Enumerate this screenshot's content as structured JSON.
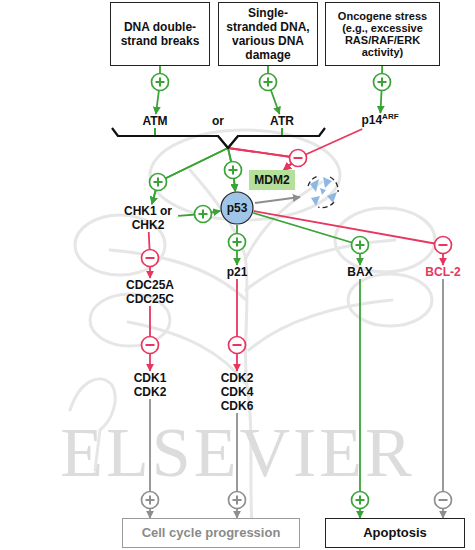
{
  "diagram": {
    "nodes": [
      {
        "text": [
          "DNA double-strand breaks"
        ]
      },
      {
        "text": [
          "Single-stranded DNA, various DNA damage"
        ]
      },
      {
        "text": [
          "Oncogene stress",
          "(e.g., excessive RAS/RAF/ERK activity)"
        ]
      },
      {
        "text": [
          "ATM"
        ]
      },
      {
        "text": [
          "ATR"
        ]
      },
      {
        "text": [
          "p14",
          "ARF"
        ]
      },
      {
        "text": [
          "CHK1 or CHK2"
        ]
      },
      {
        "text": [
          "p53"
        ]
      },
      {
        "text": [
          "MDM2"
        ]
      },
      {
        "text": [
          "CDC25A CDC25C"
        ]
      },
      {
        "text": [
          "p21"
        ]
      },
      {
        "text": [
          "BAX"
        ]
      },
      {
        "text": [
          "BCL-2"
        ]
      },
      {
        "text": [
          "CDK1 CDK2"
        ]
      },
      {
        "text": [
          "CDK2 CDK4 CDK6"
        ]
      },
      {
        "text": [
          "Cell cycle progression"
        ]
      },
      {
        "text": [
          "Apoptosis"
        ]
      }
    ],
    "edges": [
      {
        "from": 0,
        "to": 3,
        "arrow": "to"
      },
      {
        "from": 1,
        "to": 4,
        "arrow": "to"
      },
      {
        "from": 2,
        "to": 5,
        "arrow": "to"
      },
      {
        "from": 3,
        "to": 6,
        "arrow": "to"
      },
      {
        "from": 4,
        "to": 6,
        "arrow": "to"
      },
      {
        "from": 3,
        "to": 7,
        "arrow": "to"
      },
      {
        "from": 4,
        "to": 7,
        "arrow": "to"
      },
      {
        "from": 3,
        "to": 8,
        "arrow": "to"
      },
      {
        "from": 4,
        "to": 8,
        "arrow": "to"
      },
      {
        "from": 5,
        "to": 8,
        "arrow": "to"
      },
      {
        "from": 6,
        "to": 7,
        "arrow": "to"
      },
      {
        "from": 6,
        "to": 9,
        "arrow": "to"
      },
      {
        "from": 7,
        "to": 10,
        "arrow": "to"
      },
      {
        "from": 7,
        "to": 11,
        "arrow": "to"
      },
      {
        "from": 7,
        "to": 12,
        "arrow": "to"
      },
      {
        "from": 9,
        "to": 13,
        "arrow": "to"
      },
      {
        "from": 10,
        "to": 14,
        "arrow": "to"
      },
      {
        "from": 13,
        "to": 15,
        "arrow": "to"
      },
      {
        "from": 14,
        "to": 15,
        "arrow": "to"
      },
      {
        "from": 11,
        "to": 16,
        "arrow": "to"
      },
      {
        "from": 12,
        "to": 16,
        "arrow": "to"
      }
    ],
    "labels": [
      "or",
      "ELSEVIER"
    ]
  }
}
